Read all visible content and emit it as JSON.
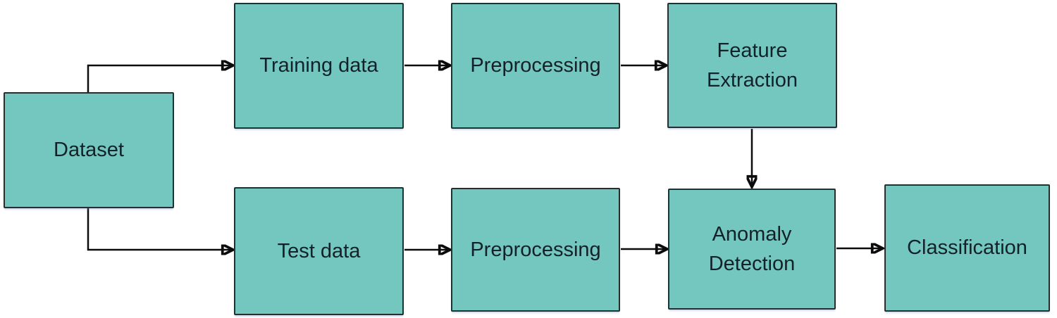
{
  "diagram": {
    "type": "flowchart",
    "nodes": {
      "dataset": {
        "label": "Dataset"
      },
      "training_data": {
        "label": "Training data"
      },
      "preprocessing_top": {
        "label": "Preprocessing"
      },
      "feature_extraction": {
        "label": "Feature Extraction"
      },
      "test_data": {
        "label": "Test data"
      },
      "preprocessing_bottom": {
        "label": "Preprocessing"
      },
      "anomaly_detection": {
        "label": "Anomaly Detection"
      },
      "classification": {
        "label": "Classification"
      }
    },
    "edges": [
      {
        "from": "dataset",
        "to": "training_data"
      },
      {
        "from": "dataset",
        "to": "test_data"
      },
      {
        "from": "training_data",
        "to": "preprocessing_top"
      },
      {
        "from": "preprocessing_top",
        "to": "feature_extraction"
      },
      {
        "from": "feature_extraction",
        "to": "anomaly_detection"
      },
      {
        "from": "test_data",
        "to": "preprocessing_bottom"
      },
      {
        "from": "preprocessing_bottom",
        "to": "anomaly_detection"
      },
      {
        "from": "anomaly_detection",
        "to": "classification"
      }
    ],
    "colors": {
      "node_fill": "#74c7be",
      "node_border": "#20312f",
      "node_text": "#13222a",
      "arrow": "#0b0b0b",
      "background": "#ffffff"
    }
  }
}
